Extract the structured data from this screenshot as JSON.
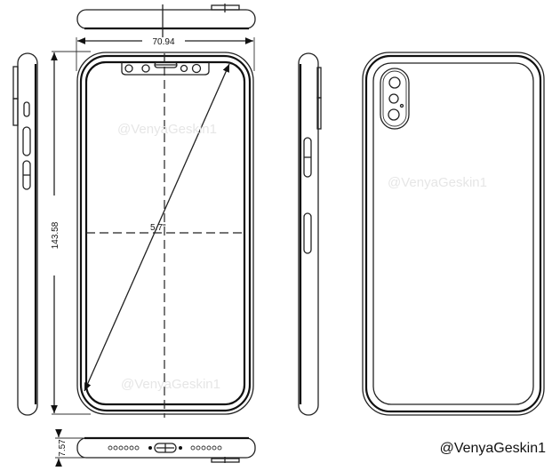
{
  "dimensions": {
    "width": "70.94",
    "height": "143.58",
    "thickness": "7.57",
    "diagonal": "5.7\""
  },
  "watermark": "@VenyaGeskin1",
  "credit": "@VenyaGeskin1",
  "colors": {
    "line": "#222222",
    "watermark": "#e6e6e6",
    "background": "#ffffff"
  }
}
